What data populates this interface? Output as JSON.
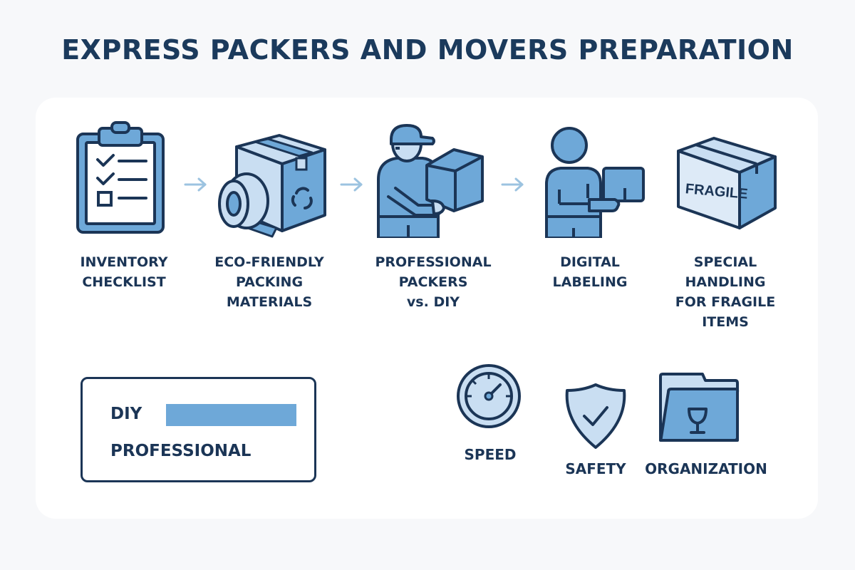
{
  "title": "EXPRESS PACKERS AND MOVERS PREPARATION",
  "colors": {
    "outline": "#1b3556",
    "fill_mid": "#6ea8d8",
    "fill_light": "#c9def2",
    "arrow": "#9cc3e0",
    "card_bg": "#ffffff",
    "page_bg": "#f7f8fa"
  },
  "steps": [
    {
      "label": "INVENTORY\nCHECKLIST",
      "icon": "clipboard-checklist-icon"
    },
    {
      "label": "ECO-FRIENDLY\nPACKING\nMATERIALS",
      "icon": "box-tape-recycle-icon"
    },
    {
      "label": "PROFESSIONAL\nPACKERS\nvs. DIY",
      "icon": "mover-carrying-box-icon"
    },
    {
      "label": "DIGITAL\nLABELING",
      "icon": "person-with-tablet-icon"
    },
    {
      "label": "SPECIAL\nHANDLING\nFOR FRAGILE\nITEMS",
      "icon": "fragile-box-icon",
      "box_text": "FRAGILE"
    }
  ],
  "comparison": {
    "rows": [
      {
        "label": "DIY",
        "bar": true
      },
      {
        "label": "PROFESSIONAL",
        "bar": false
      }
    ]
  },
  "benefits": [
    {
      "label": "SPEED",
      "icon": "speedometer-icon"
    },
    {
      "label": "SAFETY",
      "icon": "shield-check-icon"
    },
    {
      "label": "ORGANIZATION",
      "icon": "folder-fragile-glass-icon"
    }
  ]
}
